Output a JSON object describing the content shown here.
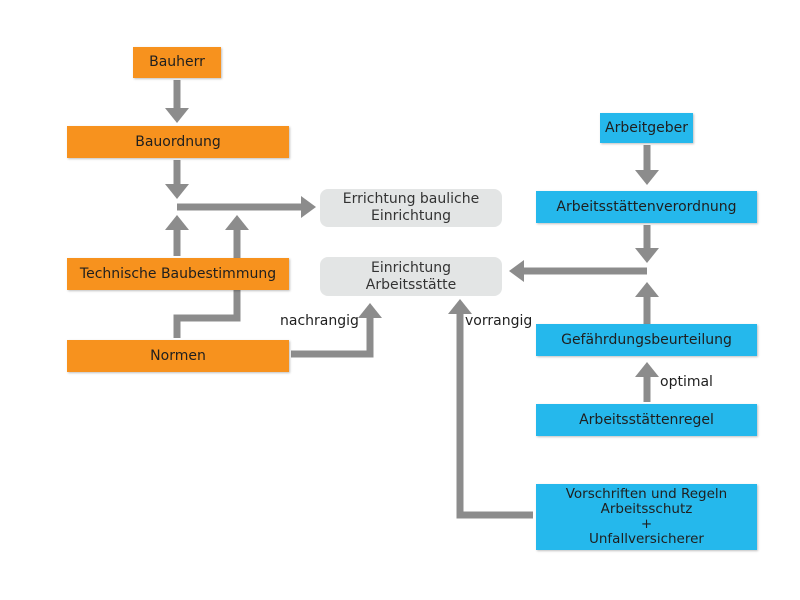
{
  "colors": {
    "authority": "#f7921e",
    "employer": "#25b8ec",
    "result": "#e3e5e5",
    "connector": "#8c8c8c"
  },
  "nodes": {
    "bauherr": "Bauherr",
    "bauordnung": "Bauordnung",
    "technische_baubestimmung": "Technische Baubestimmung",
    "normen": "Normen",
    "errichtung": "Errichtung bauliche\nEinrichtung",
    "einrichtung": "Einrichtung\nArbeitsstätte",
    "arbeitgeber": "Arbeitgeber",
    "arbeitsstaettenverordnung": "Arbeitsstättenverordnung",
    "gefaehrdungsbeurteilung": "Gefährdungsbeurteilung",
    "arbeitsstaettenregel": "Arbeitsstättenregel",
    "vorschriften": "Vorschriften und Regeln\nArbeitsschutz\n+\nUnfallversicherer"
  },
  "edge_labels": {
    "nachrangig": "nachrangig",
    "vorrangig": "vorrangig",
    "optimal": "optimal"
  }
}
